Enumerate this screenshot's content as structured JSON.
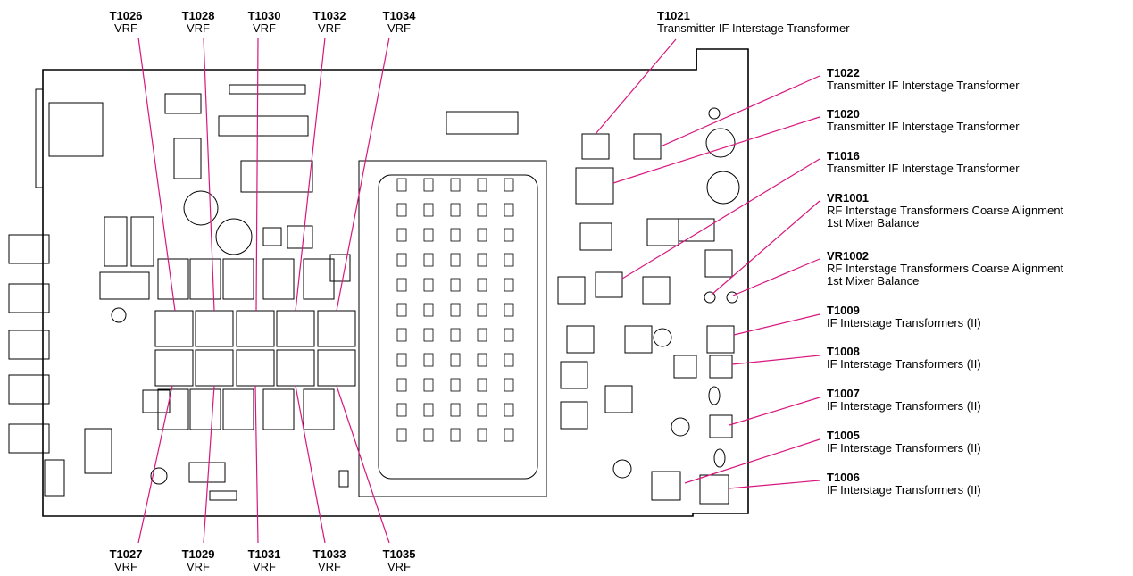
{
  "colors": {
    "leader": "#d8177e",
    "board_line": "#000000"
  },
  "top_labels": [
    {
      "ref": "T1026",
      "desc": "VRF"
    },
    {
      "ref": "T1028",
      "desc": "VRF"
    },
    {
      "ref": "T1030",
      "desc": "VRF"
    },
    {
      "ref": "T1032",
      "desc": "VRF"
    },
    {
      "ref": "T1034",
      "desc": "VRF"
    }
  ],
  "bottom_labels": [
    {
      "ref": "T1027",
      "desc": "VRF"
    },
    {
      "ref": "T1029",
      "desc": "VRF"
    },
    {
      "ref": "T1031",
      "desc": "VRF"
    },
    {
      "ref": "T1033",
      "desc": "VRF"
    },
    {
      "ref": "T1035",
      "desc": "VRF"
    }
  ],
  "right_labels": [
    {
      "ref": "T1021",
      "desc": [
        "Transmitter IF Interstage Transformer"
      ]
    },
    {
      "ref": "T1022",
      "desc": [
        "Transmitter IF Interstage Transformer"
      ]
    },
    {
      "ref": "T1020",
      "desc": [
        "Transmitter IF Interstage Transformer"
      ]
    },
    {
      "ref": "T1016",
      "desc": [
        "Transmitter IF Interstage Transformer"
      ]
    },
    {
      "ref": "VR1001",
      "desc": [
        "RF Interstage Transformers Coarse Alignment",
        "1st Mixer Balance"
      ]
    },
    {
      "ref": "VR1002",
      "desc": [
        "RF Interstage Transformers Coarse Alignment",
        "1st Mixer Balance"
      ]
    },
    {
      "ref": "T1009",
      "desc": [
        "IF Interstage Transformers (II)"
      ]
    },
    {
      "ref": "T1008",
      "desc": [
        "IF Interstage Transformers (II)"
      ]
    },
    {
      "ref": "T1007",
      "desc": [
        "IF Interstage Transformers (II)"
      ]
    },
    {
      "ref": "T1005",
      "desc": [
        "IF Interstage Transformers (II)"
      ]
    },
    {
      "ref": "T1006",
      "desc": [
        "IF Interstage Transformers (II)"
      ]
    }
  ]
}
